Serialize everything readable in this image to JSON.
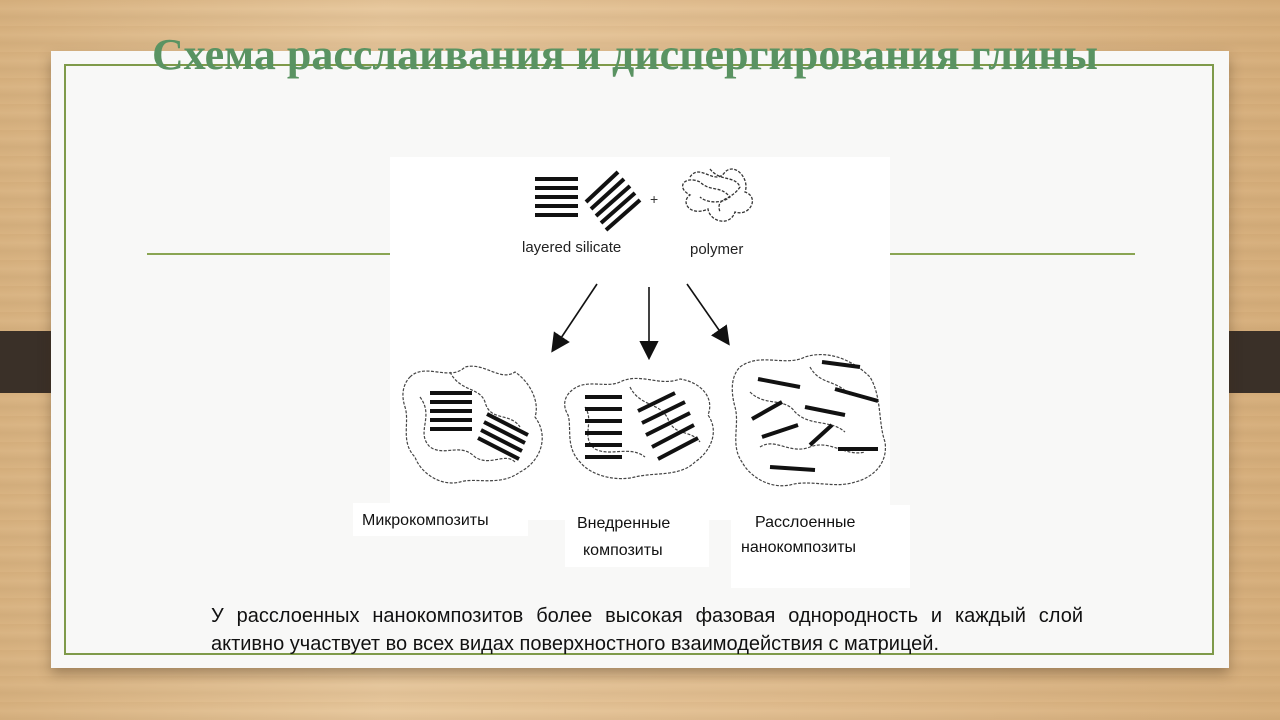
{
  "title": "Схема расслаивания и диспергирования глины",
  "diagram": {
    "label_silicate": "layered silicate",
    "label_plus": "+",
    "label_polymer": "polymer"
  },
  "captions": {
    "micro": "Микрокомпозиты",
    "intercalated_line1": "Внедренные",
    "intercalated_line2": "композиты",
    "exfoliated_line1": "Расслоенные",
    "exfoliated_line2": "нанокомпозиты"
  },
  "paragraph": "У расслоенных нанокомпозитов более высокая фазовая однородность и каждый слой активно участвует во всех видах поверхностного взаимодействия с матрицей.",
  "colors": {
    "title": "#5a9362",
    "frame": "#7f9a4a",
    "clip": "#3a3028"
  }
}
